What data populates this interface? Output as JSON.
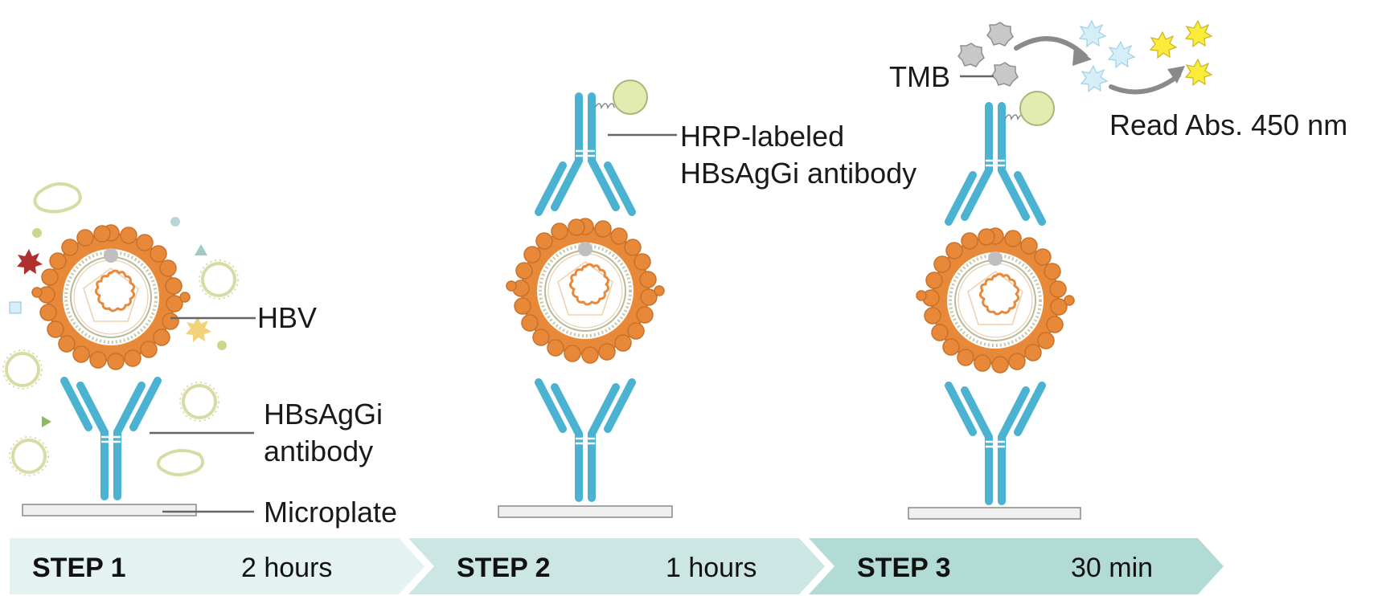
{
  "labels": {
    "hbv": "HBV",
    "capture_ab_line1": "HBsAgGi",
    "capture_ab_line2": "antibody",
    "microplate": "Microplate",
    "hrp_ab_line1": "HRP-labeled",
    "hrp_ab_line2": "HBsAgGi antibody",
    "tmb": "TMB",
    "read": "Read Abs. 450 nm"
  },
  "steps": [
    {
      "label": "STEP 1",
      "duration": "2 hours",
      "color": "#e4f2f1"
    },
    {
      "label": "STEP 2",
      "duration": "1 hours",
      "color": "#cbe6e3"
    },
    {
      "label": "STEP 3",
      "duration": "30 min",
      "color": "#b2dbd6"
    }
  ],
  "colors": {
    "antibody": "#4bb3d1",
    "virus_shell": "#e8893a",
    "hrp": "#e2ecb0",
    "tmb_substrate": "#c8c8c8",
    "tmb_intermediate": "#d6eef7",
    "tmb_product": "#fbec3c",
    "microplate": "#f0f0f0"
  }
}
